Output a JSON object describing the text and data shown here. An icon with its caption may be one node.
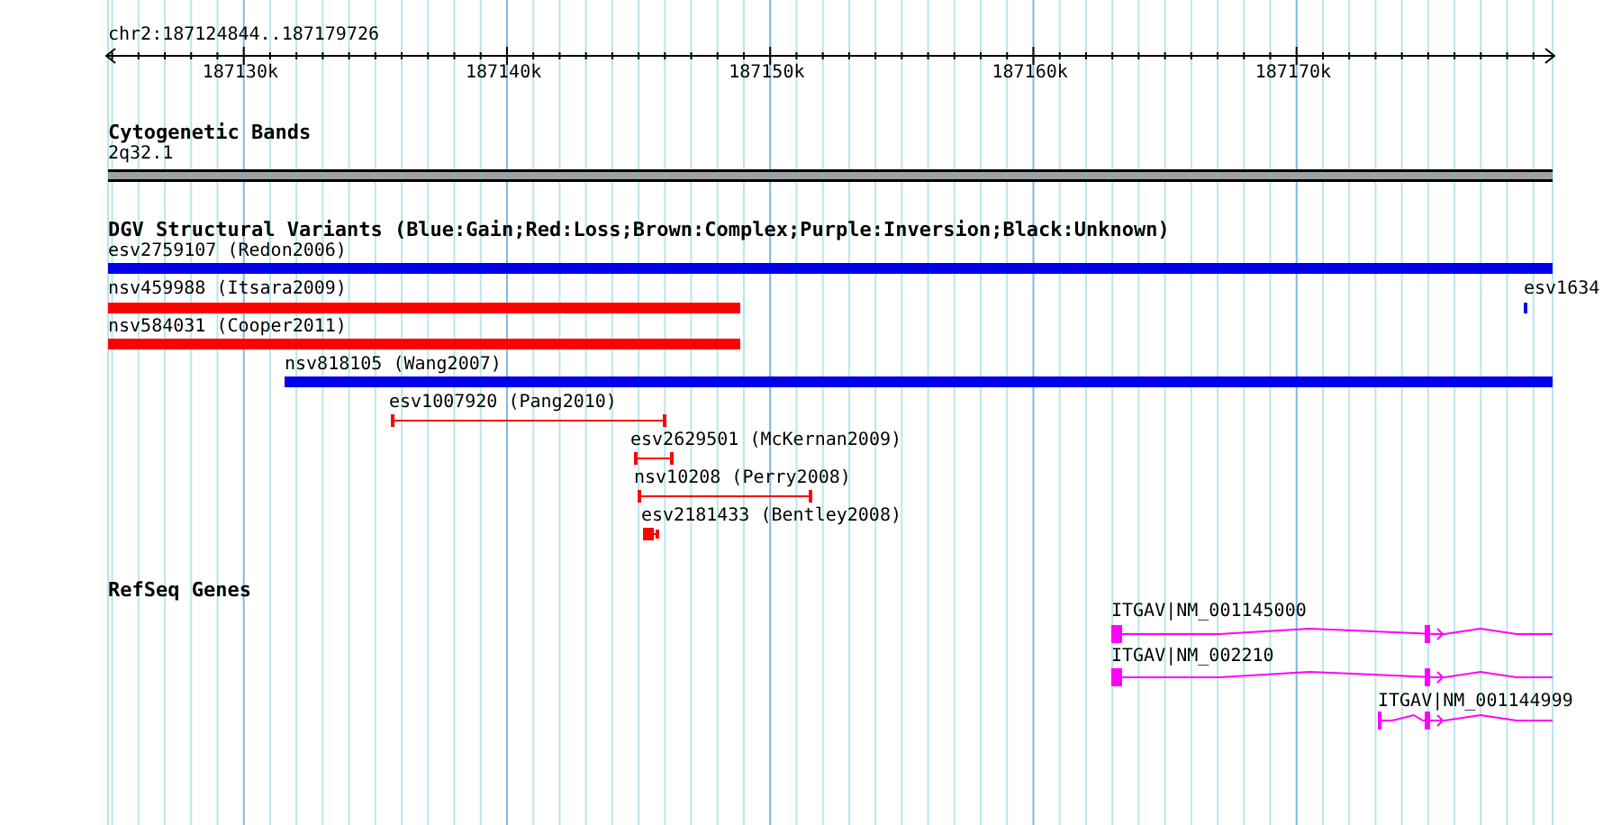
{
  "diagram": {
    "nodes": [
      {
        "text": [
          "2q32.1"
        ]
      },
      {
        "text": [
          "esv2759107 (Redon2006)"
        ]
      },
      {
        "text": [
          "nsv459988 (Itsara2009)"
        ]
      },
      {
        "text": [
          "esv1634"
        ]
      },
      {
        "text": [
          "nsv584031 (Cooper2011)"
        ]
      },
      {
        "text": [
          "nsv818105 (Wang2007)"
        ]
      },
      {
        "text": [
          "esv1007920 (Pang2010)"
        ]
      },
      {
        "text": [
          "esv2629501 (McKernan2009)"
        ]
      },
      {
        "text": [
          "nsv10208 (Perry2008)"
        ]
      },
      {
        "text": [
          "esv2181433 (Bentley2008)"
        ]
      },
      {
        "text": [
          "ITGAV|NM_001145000"
        ]
      },
      {
        "text": [
          "ITGAV|NM_002210"
        ]
      },
      {
        "text": [
          "ITGAV|NM_001144999"
        ]
      }
    ],
    "edges": [],
    "labels": [
      "chr2:187124844..187179726",
      "187130k",
      "187140k",
      "187150k",
      "187160k",
      "187170k",
      "Cytogenetic Bands",
      "DGV Structural Variants (Blue:Gain;Red:Loss;Brown:Complex;Purple:Inversion;Black:Unknown)",
      "RefSeq Genes"
    ]
  }
}
